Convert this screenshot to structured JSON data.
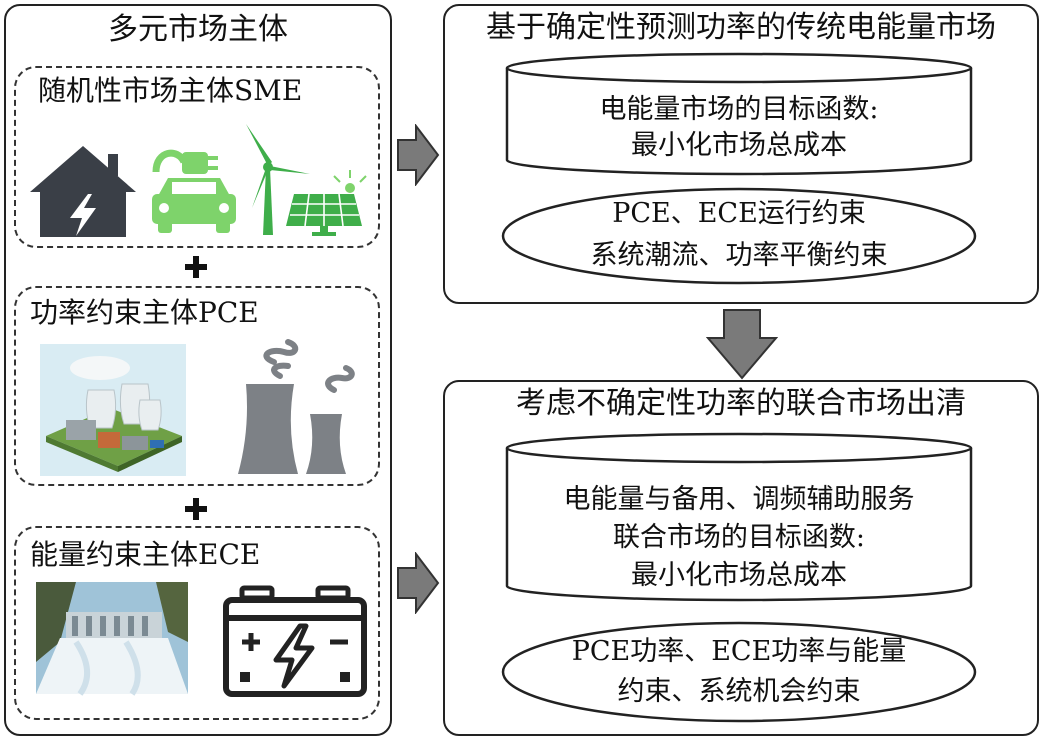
{
  "left": {
    "title": "多元市场主体",
    "groups": [
      {
        "title": "随机性市场主体SME",
        "icons": [
          "house-lightning-icon",
          "ev-charging-car-icon",
          "wind-turbine-icon",
          "solar-panel-icon"
        ]
      },
      {
        "title": "功率约束主体PCE",
        "icons": [
          "power-plant-image-icon",
          "cooling-tower-icon"
        ]
      },
      {
        "title": "能量约束主体ECE",
        "icons": [
          "hydro-dam-image-icon",
          "battery-icon"
        ]
      }
    ],
    "plus": "+"
  },
  "right_top": {
    "title": "基于确定性预测功率的传统电能量市场",
    "cylinder_lines": [
      "电能量市场的目标函数:",
      "最小化市场总成本"
    ],
    "ellipse_lines": [
      "PCE、ECE运行约束",
      "系统潮流、功率平衡约束"
    ]
  },
  "right_bottom": {
    "title": "考虑不确定性功率的联合市场出清",
    "cylinder_lines": [
      "电能量与备用、调频辅助服务",
      "联合市场的目标函数:",
      "最小化市场总成本"
    ],
    "ellipse_lines": [
      "PCE功率、ECE功率与能量",
      "约束、系统机会约束"
    ]
  },
  "colors": {
    "arrow_gray": "#7a7a7a",
    "icon_dark": "#3a3f47",
    "icon_green": "#7ed36b",
    "wind_green": "#3fae4a",
    "tower_gray": "#7d8186"
  }
}
